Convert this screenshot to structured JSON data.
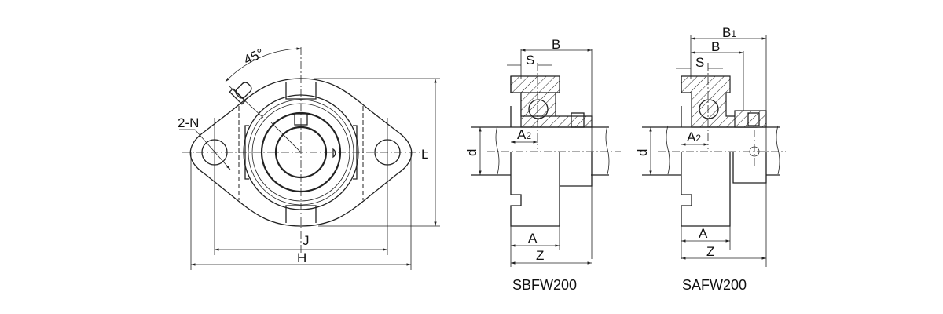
{
  "front_view": {
    "angle_label": "45°",
    "hole_label": "2-N",
    "dims": {
      "L": "L",
      "J": "J",
      "H": "H"
    }
  },
  "section_sbfw": {
    "caption": "SBFW200",
    "dims": {
      "B": "B",
      "S": "S",
      "A2": "A",
      "A2_sub": "2",
      "d": "d",
      "A": "A",
      "Z": "Z"
    }
  },
  "section_safw": {
    "caption": "SAFW200",
    "dims": {
      "B1": "B",
      "B1_sub": "1",
      "B": "B",
      "S": "S",
      "A2": "A",
      "A2_sub": "2",
      "d": "d",
      "A": "A",
      "Z": "Z"
    }
  }
}
